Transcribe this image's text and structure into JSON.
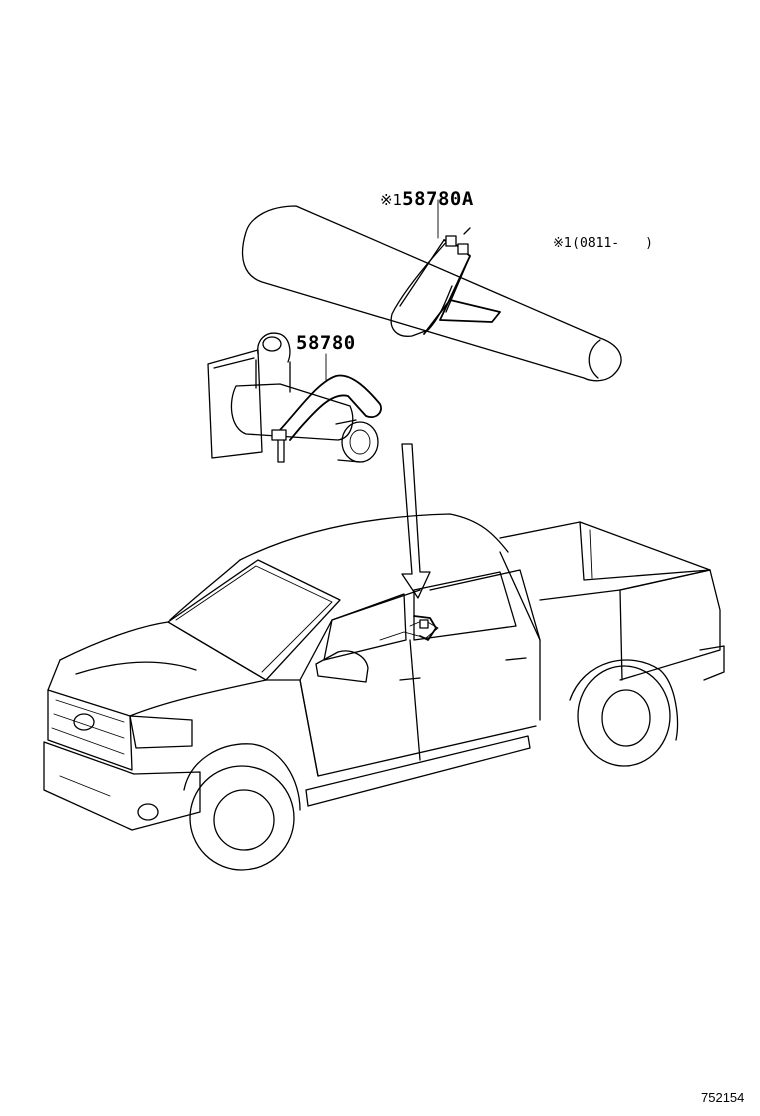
{
  "labels": {
    "lamp_assy_alt": {
      "mark": "※1",
      "number": "58780A"
    },
    "lamp_assy": {
      "number": "58780"
    },
    "note": {
      "mark": "※1",
      "text": "(0811-　　)"
    },
    "figure_number": "752154"
  }
}
